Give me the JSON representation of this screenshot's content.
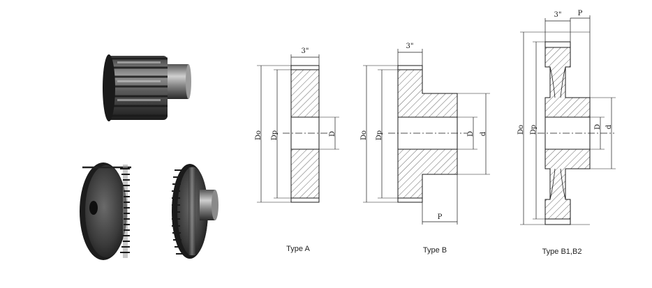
{
  "captions": {
    "type_a": "Type A",
    "type_b": "Type B",
    "type_b12": "Type B1,B2"
  },
  "labels": {
    "dim_width": "3\"",
    "dim_outer": "Do",
    "dim_pitch": "Dp",
    "dim_bore": "D",
    "dim_hub": "d",
    "dim_hub_length": "P"
  },
  "colors": {
    "line": "#1a1a1a",
    "hatch": "#555555",
    "metal_dark": "#2b2b2b",
    "metal_mid": "#6e6e6e",
    "metal_light": "#b8b8b8"
  }
}
